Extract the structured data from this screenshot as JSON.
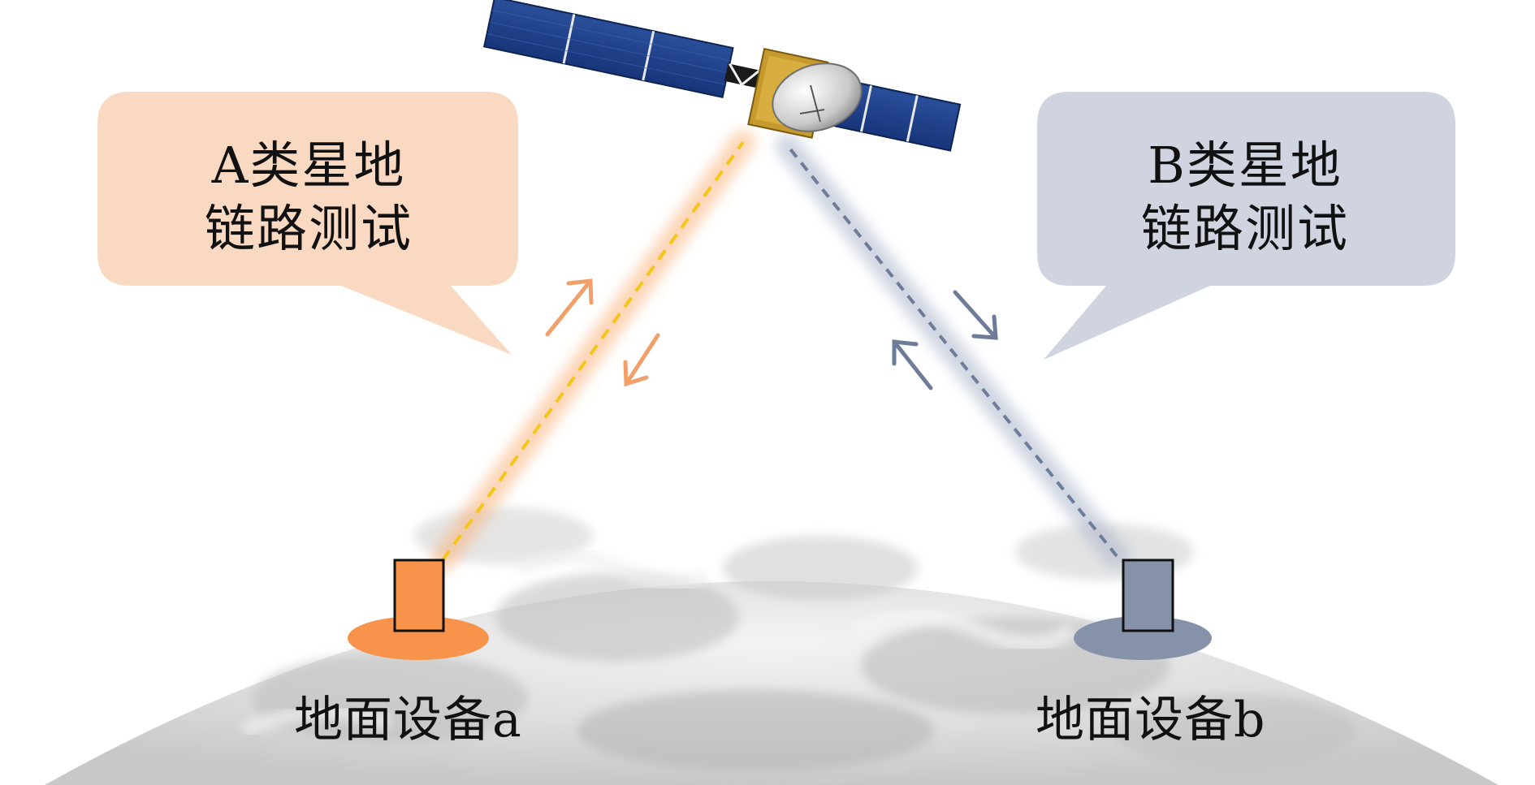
{
  "bubble_a": {
    "line1": "A类星地",
    "line2": "链路测试",
    "color": "#FAD9C3"
  },
  "bubble_b": {
    "line1": "B类星地",
    "line2": "链路测试",
    "color": "#CFD4E0"
  },
  "station_a": {
    "label": "地面设备a",
    "color": "#F7934A"
  },
  "station_b": {
    "label": "地面设备b",
    "color": "#8592AA"
  },
  "link_a": {
    "beam_color": "#F9B27A",
    "dash_color": "#F5C518",
    "arrow_color": "#F2A06A"
  },
  "link_b": {
    "beam_color": "#A9B3C9",
    "dash_color": "#6F7C99",
    "arrow_color": "#6F7C99"
  },
  "icons": {
    "satellite": "satellite-icon",
    "earth": "earth-globe"
  }
}
